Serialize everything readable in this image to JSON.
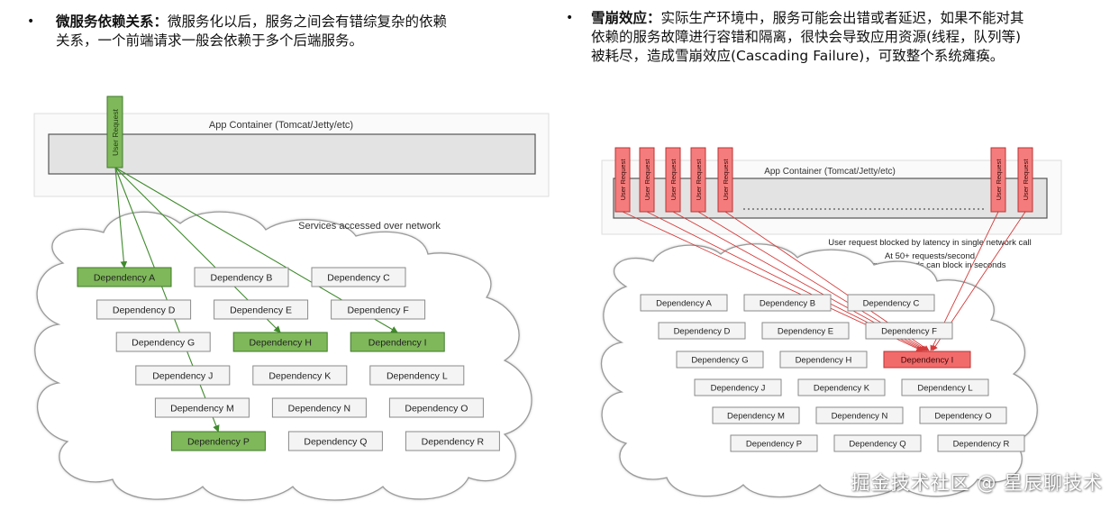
{
  "left_bullet": {
    "heading": "微服务依赖关系：",
    "line1": "微服务化以后，服务之间会有错综复杂的依赖",
    "line2": "关系，一个前端请求一般会依赖于多个后端服务。"
  },
  "right_bullet": {
    "heading": "雪崩效应：",
    "line1": "实际生产环境中，服务可能会出错或者延迟，如果不能对其",
    "line2": "依赖的服务故障进行容错和隔离，很快会导致应用资源(线程，队列等)",
    "line3": "被耗尽，造成雪崩效应(Cascading Failure)，可致整个系统瘫痪。"
  },
  "left_diagram": {
    "container_label": "App Container (Tomcat/Jetty/etc)",
    "user_request_label": "User Request",
    "network_label": "Services accessed over network",
    "dependencies": [
      "Dependency A",
      "Dependency B",
      "Dependency C",
      "Dependency D",
      "Dependency E",
      "Dependency F",
      "Dependency G",
      "Dependency H",
      "Dependency I",
      "Dependency J",
      "Dependency K",
      "Dependency L",
      "Dependency M",
      "Dependency N",
      "Dependency O",
      "Dependency P",
      "Dependency Q",
      "Dependency R"
    ],
    "highlighted": [
      "Dependency A",
      "Dependency H",
      "Dependency I",
      "Dependency P"
    ],
    "highlight_color": "#7fb85a"
  },
  "right_diagram": {
    "container_label": "App Container (Tomcat/Jetty/etc)",
    "user_request_label": "User Request",
    "blocked_note": "User request blocked by latency in single network call",
    "rate_note_1": "At 50+ requests/second",
    "rate_note_2": "all request threads can block in seconds",
    "dependencies": [
      "Dependency A",
      "Dependency B",
      "Dependency C",
      "Dependency D",
      "Dependency E",
      "Dependency F",
      "Dependency G",
      "Dependency H",
      "Dependency I",
      "Dependency J",
      "Dependency K",
      "Dependency L",
      "Dependency M",
      "Dependency N",
      "Dependency O",
      "Dependency P",
      "Dependency Q",
      "Dependency R"
    ],
    "failed": "Dependency I",
    "failed_color": "#f26b6b"
  },
  "watermark": "掘金技术社区 @ 星辰聊技术"
}
